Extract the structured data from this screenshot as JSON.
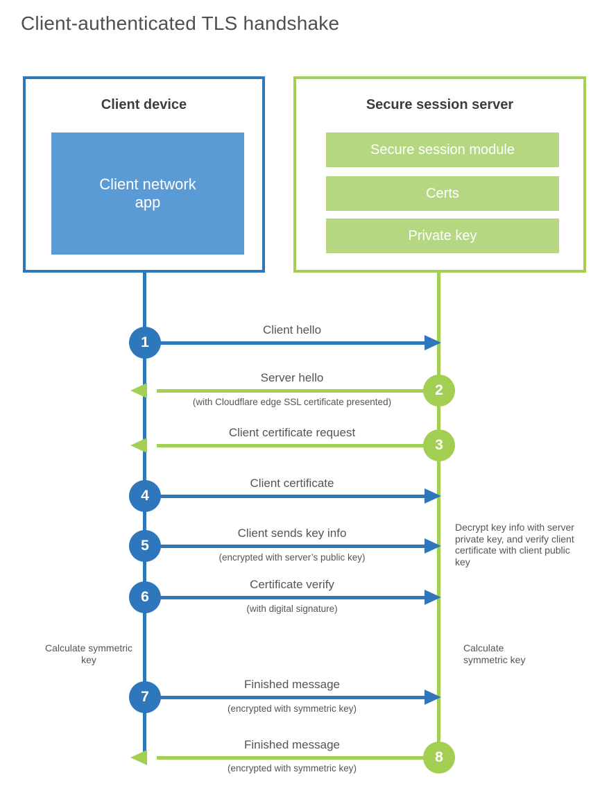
{
  "page": {
    "title": "Client-authenticated TLS handshake"
  },
  "colors": {
    "blue": "#2e77bc",
    "blue-fill": "#5b9bd5",
    "green": "#a2ce52",
    "green-fill": "#b5d781",
    "heading": "#3d3d3d",
    "text": "#545454"
  },
  "client_box": {
    "title": "Client device",
    "app_label": "Client network app"
  },
  "server_box": {
    "title": "Secure session server",
    "modules": [
      "Secure session module",
      "Certs",
      "Private key"
    ]
  },
  "steps": [
    {
      "num": "1",
      "label": "Client hello",
      "sub": "",
      "direction": "right",
      "color": "blue"
    },
    {
      "num": "2",
      "label": "Server hello",
      "sub": "(with Cloudflare edge SSL certificate presented)",
      "direction": "left",
      "color": "green"
    },
    {
      "num": "3",
      "label": "Client certificate request",
      "sub": "",
      "direction": "left",
      "color": "green"
    },
    {
      "num": "4",
      "label": "Client certificate",
      "sub": "",
      "direction": "right",
      "color": "blue"
    },
    {
      "num": "5",
      "label": "Client sends key info",
      "sub": "(encrypted with server’s public key)",
      "direction": "right",
      "color": "blue"
    },
    {
      "num": "6",
      "label": "Certificate verify",
      "sub": "(with digital signature)",
      "direction": "right",
      "color": "blue"
    },
    {
      "num": "7",
      "label": "Finished message",
      "sub": "(encrypted with symmetric key)",
      "direction": "right",
      "color": "blue"
    },
    {
      "num": "8",
      "label": "Finished message",
      "sub": "(encrypted with symmetric key)",
      "direction": "left",
      "color": "green"
    }
  ],
  "notes": {
    "decrypt": "Decrypt key info with server private key, and verify client certificate with client public key",
    "calc_left": "Calculate symmetric key",
    "calc_right": "Calculate symmetric key"
  }
}
